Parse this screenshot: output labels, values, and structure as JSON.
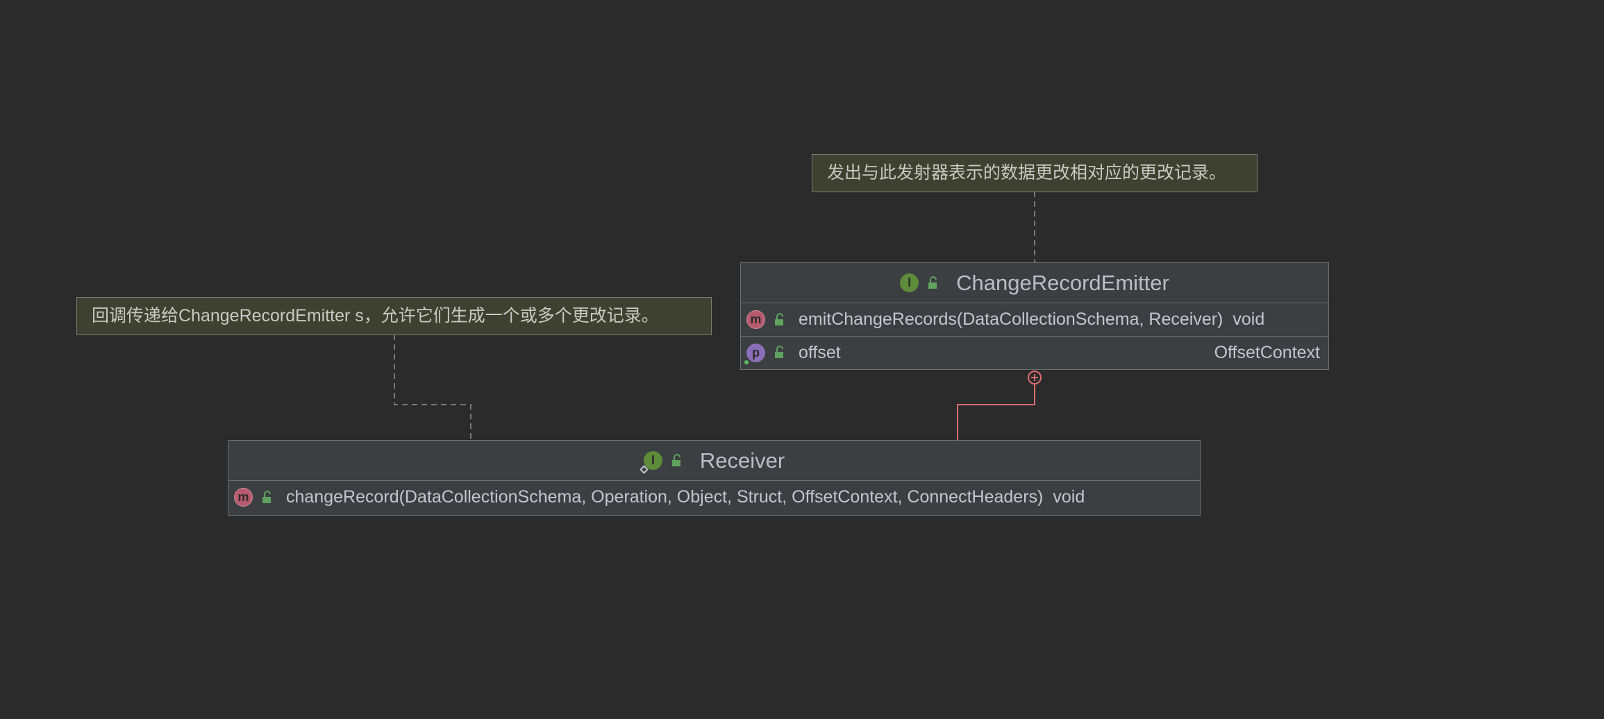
{
  "notes": {
    "emitter_note": "发出与此发射器表示的数据更改相对应的更改记录。",
    "receiver_note": "回调传递给ChangeRecordEmitter s，允许它们生成一个或多个更改记录。"
  },
  "emitter": {
    "badge": "I",
    "title": "ChangeRecordEmitter",
    "members": [
      {
        "kind": "method",
        "badge": "m",
        "name": "emitChangeRecords(DataCollectionSchema, Receiver)",
        "type": "void"
      },
      {
        "kind": "property",
        "badge": "p",
        "name": "offset",
        "type": "OffsetContext"
      }
    ]
  },
  "receiver": {
    "badge": "I",
    "title": "Receiver",
    "members": [
      {
        "kind": "method",
        "badge": "m",
        "name": "changeRecord(DataCollectionSchema, Operation, Object, Struct, OffsetContext, ConnectHeaders)",
        "type": "void"
      }
    ]
  },
  "colors": {
    "background": "#2b2b2b",
    "note_background": "#3e4131",
    "node_background": "#3c3f41",
    "inner_class_connector": "#e06c6c",
    "note_connector": "#7a7a7a",
    "interface_badge": "#5e8c3a",
    "method_badge": "#b85b6f",
    "property_badge": "#8a6fb8"
  },
  "icons": {
    "interface": "interface-icon",
    "method": "method-icon",
    "property": "property-icon",
    "visibility": "public-lock-icon",
    "inner_class": "circle-plus-icon"
  }
}
